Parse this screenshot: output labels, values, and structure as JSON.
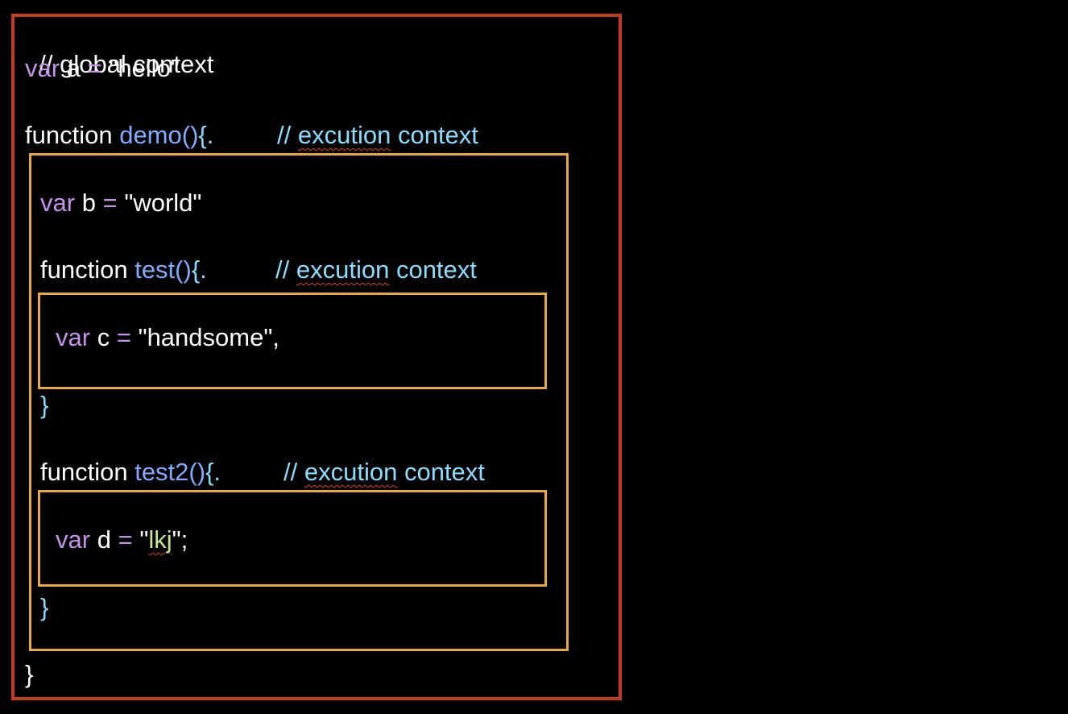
{
  "code": {
    "global_comment": "// global context",
    "line_a": {
      "kw": "var",
      "name": "a",
      "op": "=",
      "value": "\"hello\""
    },
    "demo_fn": {
      "kw": "function",
      "name": "demo",
      "parens": "()",
      "brace": "{.",
      "comment_slashes": "//",
      "comment_word1": "excution",
      "comment_word2": "context"
    },
    "line_b": {
      "kw": "var",
      "name": "b",
      "op": "=",
      "value": "\"world\""
    },
    "test_fn": {
      "kw": "function",
      "name": "test",
      "parens": "()",
      "brace": "{.",
      "comment_slashes": "//",
      "comment_word1": "excution",
      "comment_word2": "context"
    },
    "line_c": {
      "kw": "var",
      "name": "c",
      "op": "=",
      "value": "\"handsome\","
    },
    "test_close": "}",
    "test2_fn": {
      "kw": "function",
      "name": "test2",
      "parens": "()",
      "brace": "{.",
      "comment_slashes": "//",
      "comment_word1": "excution",
      "comment_word2": "context"
    },
    "line_d": {
      "kw": "var",
      "name": "d",
      "op": "=",
      "quote_open": "\"",
      "value": "lkj",
      "quote_close": "\";"
    },
    "test2_close": "}",
    "demo_close": "}"
  },
  "colors": {
    "global_box": "#c43a22",
    "context_box": "#eba83a",
    "keyword": "#c792ea",
    "function_name": "#82aaff",
    "comment": "#89ddff",
    "string_green": "#c3e88d"
  }
}
